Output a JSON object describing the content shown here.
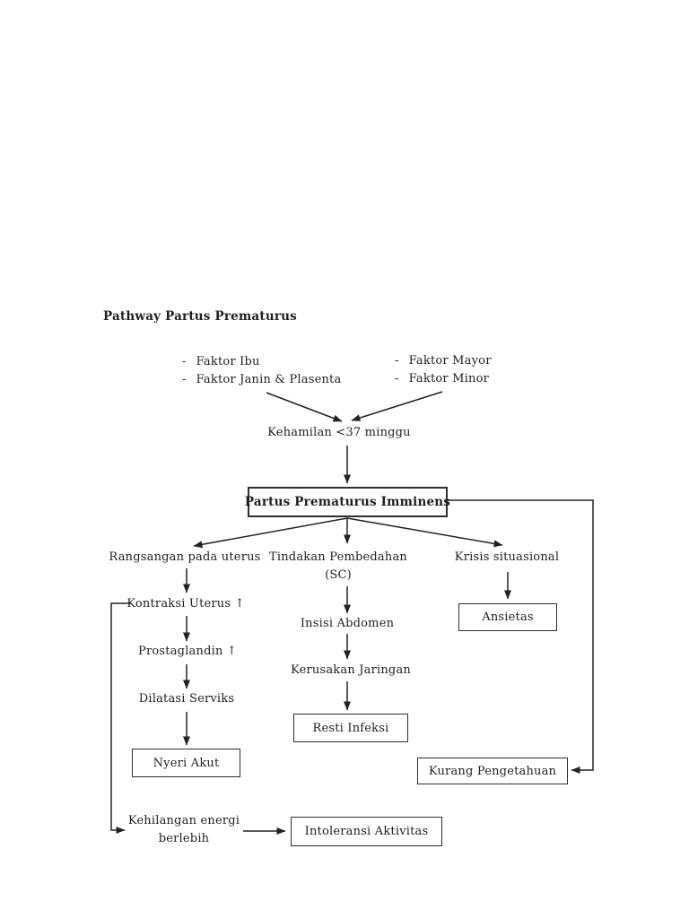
{
  "document": {
    "title": "Pathway Partus Prematurus",
    "bullet": "-",
    "factor_groups": {
      "left": [
        "Faktor Ibu",
        "Faktor Janin & Plasenta"
      ],
      "right": [
        "Faktor Mayor",
        "Faktor Minor"
      ]
    },
    "nodes": {
      "kehamilan": "Kehamilan <37 minggu",
      "ppi": "Partus Prematurus Imminens",
      "rangsangan": "Rangsangan pada uterus",
      "tindakan_line1": "Tindakan Pembedahan",
      "tindakan_line2": "(SC)",
      "krisis": "Krisis situasional",
      "kontraksi": "Kontraksi Uterus ↑",
      "prostaglandin": "Prostaglandin ↑",
      "dilatasi": "Dilatasi Serviks",
      "nyeri_akut": "Nyeri Akut",
      "insisi": "Insisi Abdomen",
      "kerusakan": "Kerusakan Jaringan",
      "resti_infeksi": "Resti Infeksi",
      "ansietas": "Ansietas",
      "kurang_pengetahuan": "Kurang Pengetahuan",
      "kehilangan_line1": "Kehilangan energi",
      "kehilangan_line2": "berlebih",
      "intoleransi": "Intoleransi Aktivitas"
    },
    "colors": {
      "ink": "#1f1f1f",
      "page_background": "#ffffff",
      "box_border": "#2e2e2e"
    }
  }
}
